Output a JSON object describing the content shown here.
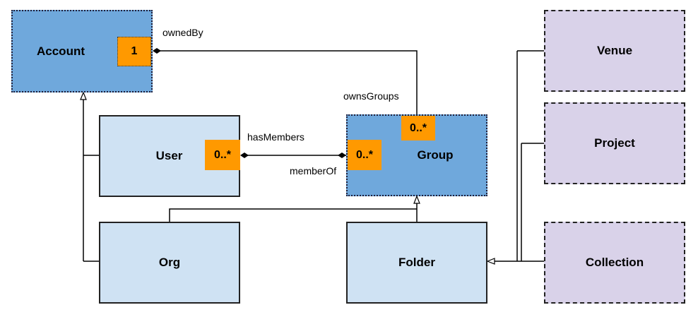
{
  "classes": {
    "account": "Account",
    "user": "User",
    "group": "Group",
    "org": "Org",
    "folder": "Folder",
    "venue": "Venue",
    "project": "Project",
    "collection": "Collection"
  },
  "multiplicities": {
    "account_owned_by": "1",
    "group_owns_groups": "0..*",
    "user_has_members": "0..*",
    "group_member_of": "0..*"
  },
  "roles": {
    "owned_by": "ownedBy",
    "owns_groups": "ownsGroups",
    "has_members": "hasMembers",
    "member_of": "memberOf"
  },
  "colors": {
    "abstract_fill": "#6fa8dc",
    "concrete_fill": "#cfe2f3",
    "external_fill": "#d9d2e9",
    "multiplicity_fill": "#ff9900"
  }
}
